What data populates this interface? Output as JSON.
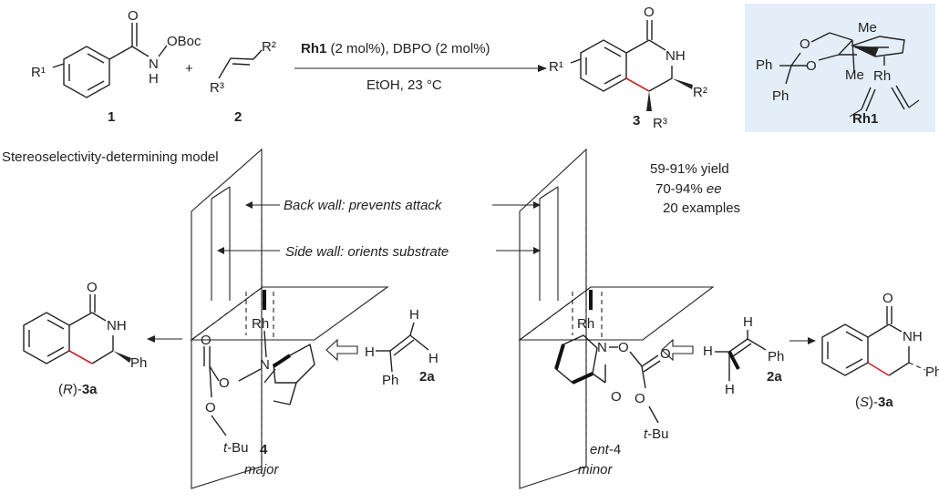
{
  "reaction": {
    "reagent_bold": "Rh1",
    "conditions_top": " (2 mol%), DBPO (2 mol%)",
    "conditions_bottom": "EtOH, 23 °C",
    "plus": "+",
    "compound_1": "1",
    "compound_2": "2",
    "compound_3": "3",
    "obo": "OBoc",
    "o": "O",
    "n": "N",
    "h": "H",
    "nh": "NH",
    "r1": "R¹",
    "r2": "R²",
    "r3": "R³"
  },
  "catalyst": {
    "label": "Rh1",
    "ph": "Ph",
    "me": "Me",
    "o": "O",
    "rh": "Rh",
    "box_color": "#e3eef8"
  },
  "model": {
    "title": "Stereoselectivity-determining model",
    "back_wall": "Back wall: prevents attack",
    "side_wall": "Side wall: orients substrate",
    "yield": "59-91% yield",
    "ee_value": "70-94% ",
    "ee_unit": "ee",
    "examples": "20 examples"
  },
  "major": {
    "prefix": "(",
    "config": "R",
    "suffix": ")-",
    "compound": "3a",
    "ph": "Ph",
    "model_label": "4",
    "model_caption": "major",
    "substrate": "2a",
    "tbu_italic": "t",
    "tbu_rest": "-Bu",
    "rh": "Rh"
  },
  "minor": {
    "prefix": "(",
    "config": "S",
    "suffix": ")-",
    "compound": "3a",
    "ph": "Ph",
    "model_label_italic": "ent",
    "model_label_rest": "-4",
    "model_caption": "minor",
    "substrate": "2a",
    "tbu_italic": "t",
    "tbu_rest": "-Bu",
    "rh": "Rh"
  },
  "colors": {
    "new_bond": "#d0202a"
  }
}
